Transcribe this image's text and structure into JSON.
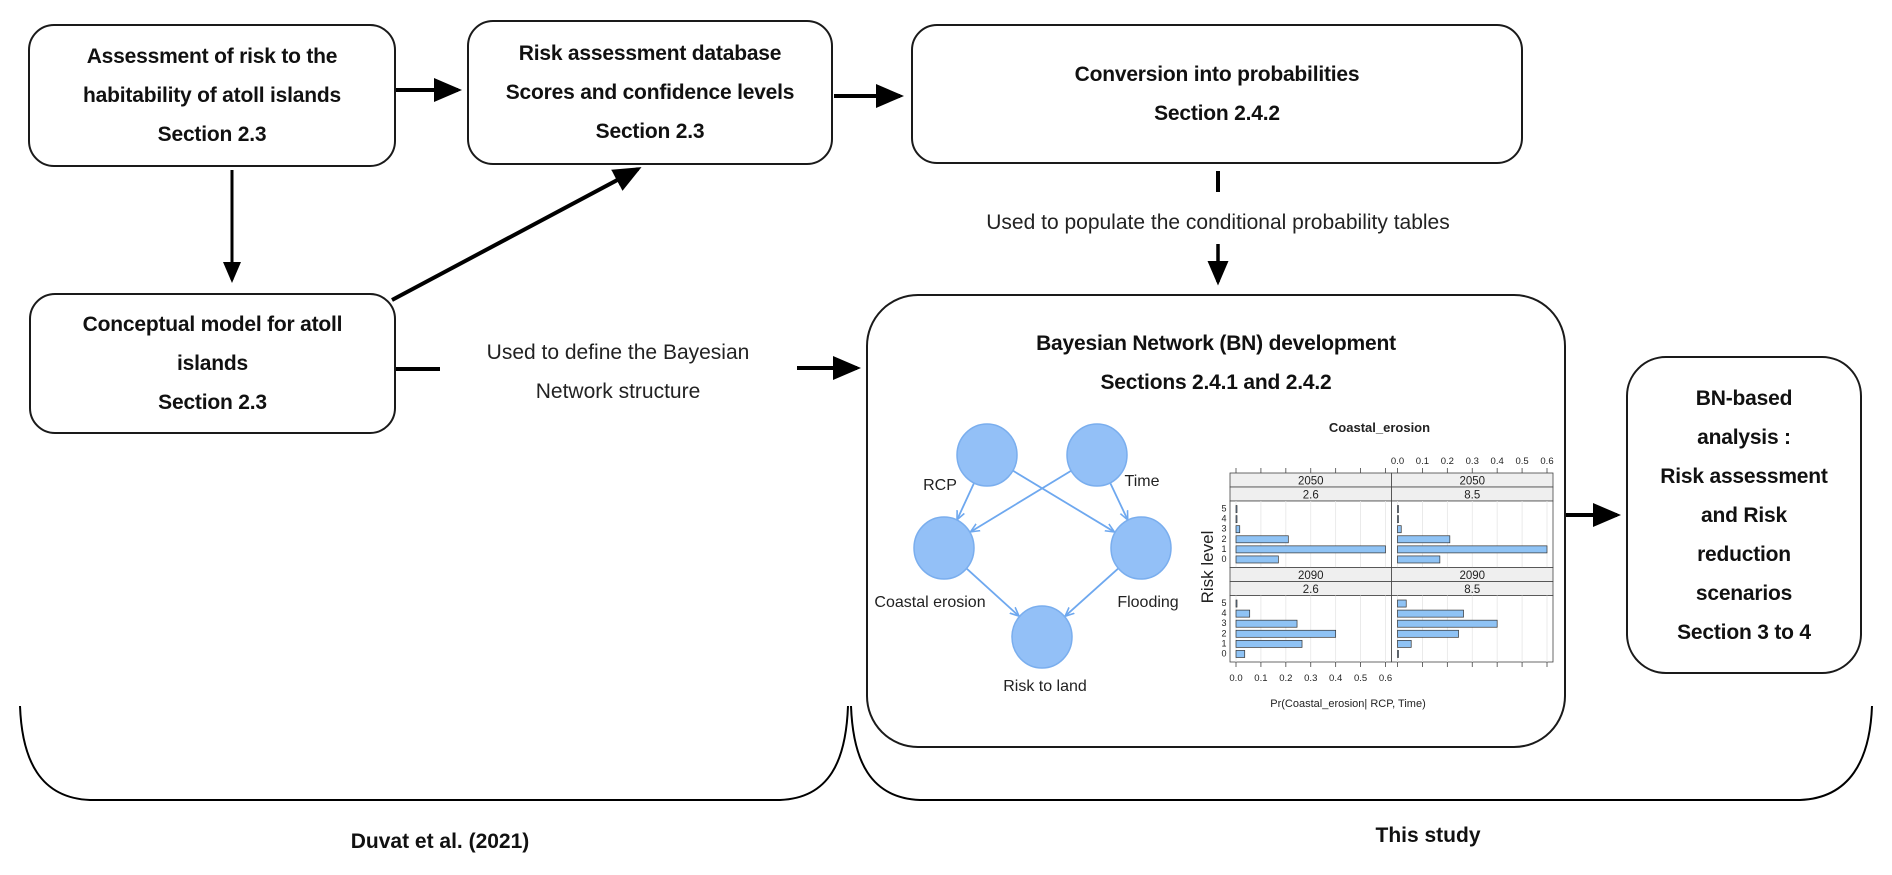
{
  "boxes": {
    "assessment": {
      "lines": [
        "Assessment of risk to the",
        "habitability of atoll islands",
        "Section 2.3"
      ]
    },
    "database": {
      "lines": [
        "Risk assessment database",
        "Scores and confidence levels",
        "Section 2.3"
      ]
    },
    "conversion": {
      "lines": [
        "Conversion into probabilities",
        "Section 2.4.2"
      ]
    },
    "conceptual": {
      "lines": [
        "Conceptual model for atoll",
        "islands",
        "Section 2.3"
      ]
    },
    "bn_development": {
      "lines": [
        "Bayesian Network (BN) development",
        "Sections 2.4.1 and 2.4.2"
      ]
    },
    "bn_analysis": {
      "lines": [
        "BN-based",
        "analysis :",
        "Risk assessment",
        "and Risk",
        "reduction",
        "scenarios",
        "Section 3 to 4"
      ]
    }
  },
  "edge_labels": {
    "populate_cpt": "Used to populate the conditional probability tables",
    "define_structure": [
      "Used to define the Bayesian",
      "Network  structure"
    ]
  },
  "bn_graph": {
    "nodes": [
      {
        "id": "rcp",
        "label": "RCP"
      },
      {
        "id": "time",
        "label": "Time"
      },
      {
        "id": "coastal",
        "label": "Coastal erosion"
      },
      {
        "id": "flooding",
        "label": "Flooding"
      },
      {
        "id": "risk",
        "label": "Risk to land"
      }
    ],
    "edges": [
      [
        "rcp",
        "coastal"
      ],
      [
        "rcp",
        "flooding"
      ],
      [
        "time",
        "coastal"
      ],
      [
        "time",
        "flooding"
      ],
      [
        "coastal",
        "risk"
      ],
      [
        "flooding",
        "risk"
      ]
    ],
    "node_color": "#93c0f7",
    "edge_color": "#6ea8ef"
  },
  "footer": {
    "left": "Duvat et al. (2021)",
    "right": "This study"
  },
  "chart_data": {
    "type": "bar",
    "orientation": "horizontal",
    "title": "Coastal_erosion",
    "xlabel": "Pr(Coastal_erosion| RCP, Time)",
    "ylabel": "Risk level",
    "categories": [
      "0",
      "1",
      "2",
      "3",
      "4",
      "5"
    ],
    "xlim": [
      0,
      0.6
    ],
    "xticks": [
      "0.0",
      "0.1",
      "0.2",
      "0.3",
      "0.4",
      "0.5",
      "0.6"
    ],
    "bar_color": "#8fc3f5",
    "panels": [
      {
        "time": "2050",
        "rcp": "2.6",
        "values": [
          0.17,
          0.6,
          0.21,
          0.015,
          0.0,
          0.0
        ]
      },
      {
        "time": "2050",
        "rcp": "8.5",
        "values": [
          0.17,
          0.6,
          0.21,
          0.015,
          0.0,
          0.0
        ]
      },
      {
        "time": "2090",
        "rcp": "2.6",
        "values": [
          0.035,
          0.265,
          0.4,
          0.245,
          0.055,
          0.0
        ]
      },
      {
        "time": "2090",
        "rcp": "8.5",
        "values": [
          0.0,
          0.055,
          0.245,
          0.4,
          0.265,
          0.035
        ]
      }
    ]
  }
}
